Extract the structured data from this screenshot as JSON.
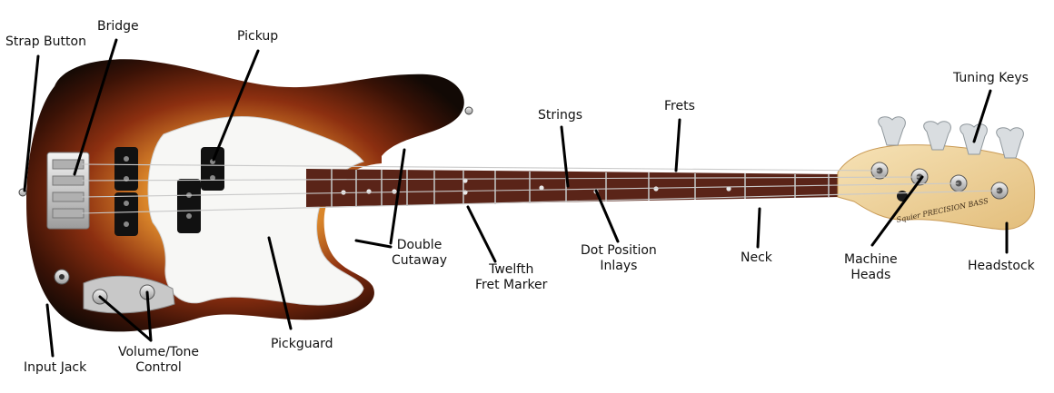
{
  "labels": {
    "strap_button": "Strap Button",
    "bridge": "Bridge",
    "pickup": "Pickup",
    "tuning_keys": "Tuning Keys",
    "strings": "Strings",
    "frets": "Frets",
    "double_cutaway_line1": "Double",
    "double_cutaway_line2": "Cutaway",
    "twelfth_line1": "Twelfth",
    "twelfth_line2": "Fret Marker",
    "dot_inlays_line1": "Dot Position",
    "dot_inlays_line2": "Inlays",
    "neck": "Neck",
    "machine_heads_line1": "Machine",
    "machine_heads_line2": "Heads",
    "headstock": "Headstock",
    "pickguard": "Pickguard",
    "input_jack": "Input Jack",
    "volume_tone_line1": "Volume/Tone",
    "volume_tone_line2": "Control"
  },
  "headstock_logo": "Squier PRECISION BASS",
  "colors": {
    "body_burst_center": "#e3a235",
    "body_burst_mid": "#9a3a12",
    "body_edge": "#120905",
    "pickguard": "#f7f7f5",
    "fretboard": "#5a2418",
    "headstock": "#efd39e",
    "chrome": "#d8d8d8"
  }
}
